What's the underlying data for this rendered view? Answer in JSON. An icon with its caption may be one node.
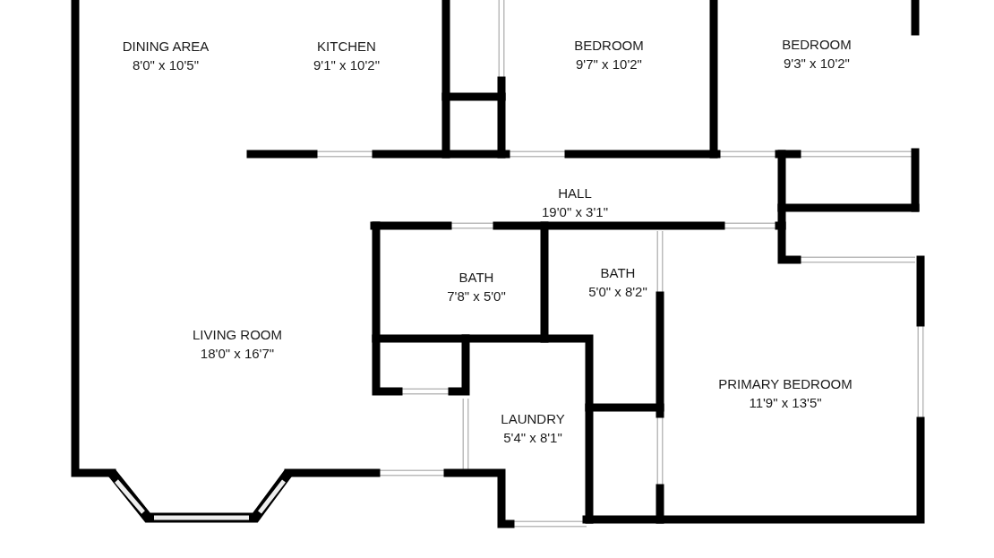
{
  "diagram": {
    "nodes": [
      {
        "text": [
          "DINING AREA",
          "8'0\" x 10'5\""
        ]
      },
      {
        "text": [
          "KITCHEN",
          "9'1\" x 10'2\""
        ]
      },
      {
        "text": [
          "BEDROOM",
          "9'7\" x 10'2\""
        ]
      },
      {
        "text": [
          "BEDROOM",
          "9'3\" x 10'2\""
        ]
      },
      {
        "text": [
          "HALL",
          "19'0\" x 3'1\""
        ]
      },
      {
        "text": [
          "BATH",
          "7'8\" x 5'0\""
        ]
      },
      {
        "text": [
          "BATH",
          "5'0\" x 8'2\""
        ]
      },
      {
        "text": [
          "LIVING ROOM",
          "18'0\" x 16'7\""
        ]
      },
      {
        "text": [
          "PRIMARY BEDROOM",
          "11'9\" x 13'5\""
        ]
      },
      {
        "text": [
          "LAUNDRY",
          "5'4\" x 8'1\""
        ]
      }
    ]
  }
}
